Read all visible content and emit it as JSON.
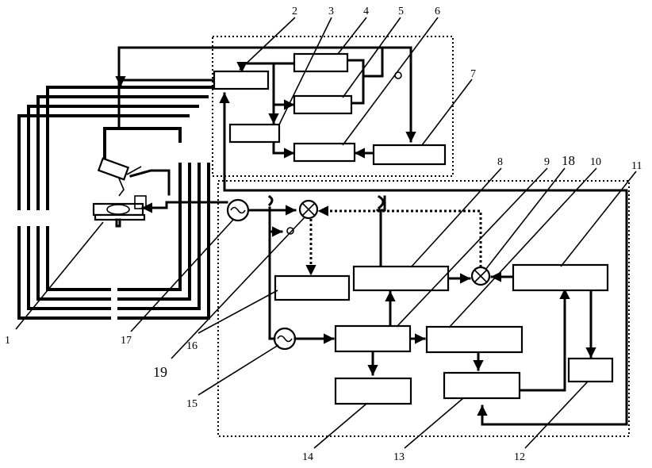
{
  "diagram": {
    "labels": [
      {
        "id": "1",
        "text": "1"
      },
      {
        "id": "2",
        "text": "2"
      },
      {
        "id": "3",
        "text": "3"
      },
      {
        "id": "4",
        "text": "4"
      },
      {
        "id": "5",
        "text": "5"
      },
      {
        "id": "6",
        "text": "6"
      },
      {
        "id": "7",
        "text": "7"
      },
      {
        "id": "8",
        "text": "8"
      },
      {
        "id": "9",
        "text": "9"
      },
      {
        "id": "10",
        "text": "10"
      },
      {
        "id": "11",
        "text": "11"
      },
      {
        "id": "12",
        "text": "12"
      },
      {
        "id": "13",
        "text": "13"
      },
      {
        "id": "14",
        "text": "14"
      },
      {
        "id": "15",
        "text": "15"
      },
      {
        "id": "16",
        "text": "16"
      },
      {
        "id": "17",
        "text": "17"
      },
      {
        "id": "18",
        "text": "18"
      },
      {
        "id": "19",
        "text": "19"
      }
    ]
  }
}
